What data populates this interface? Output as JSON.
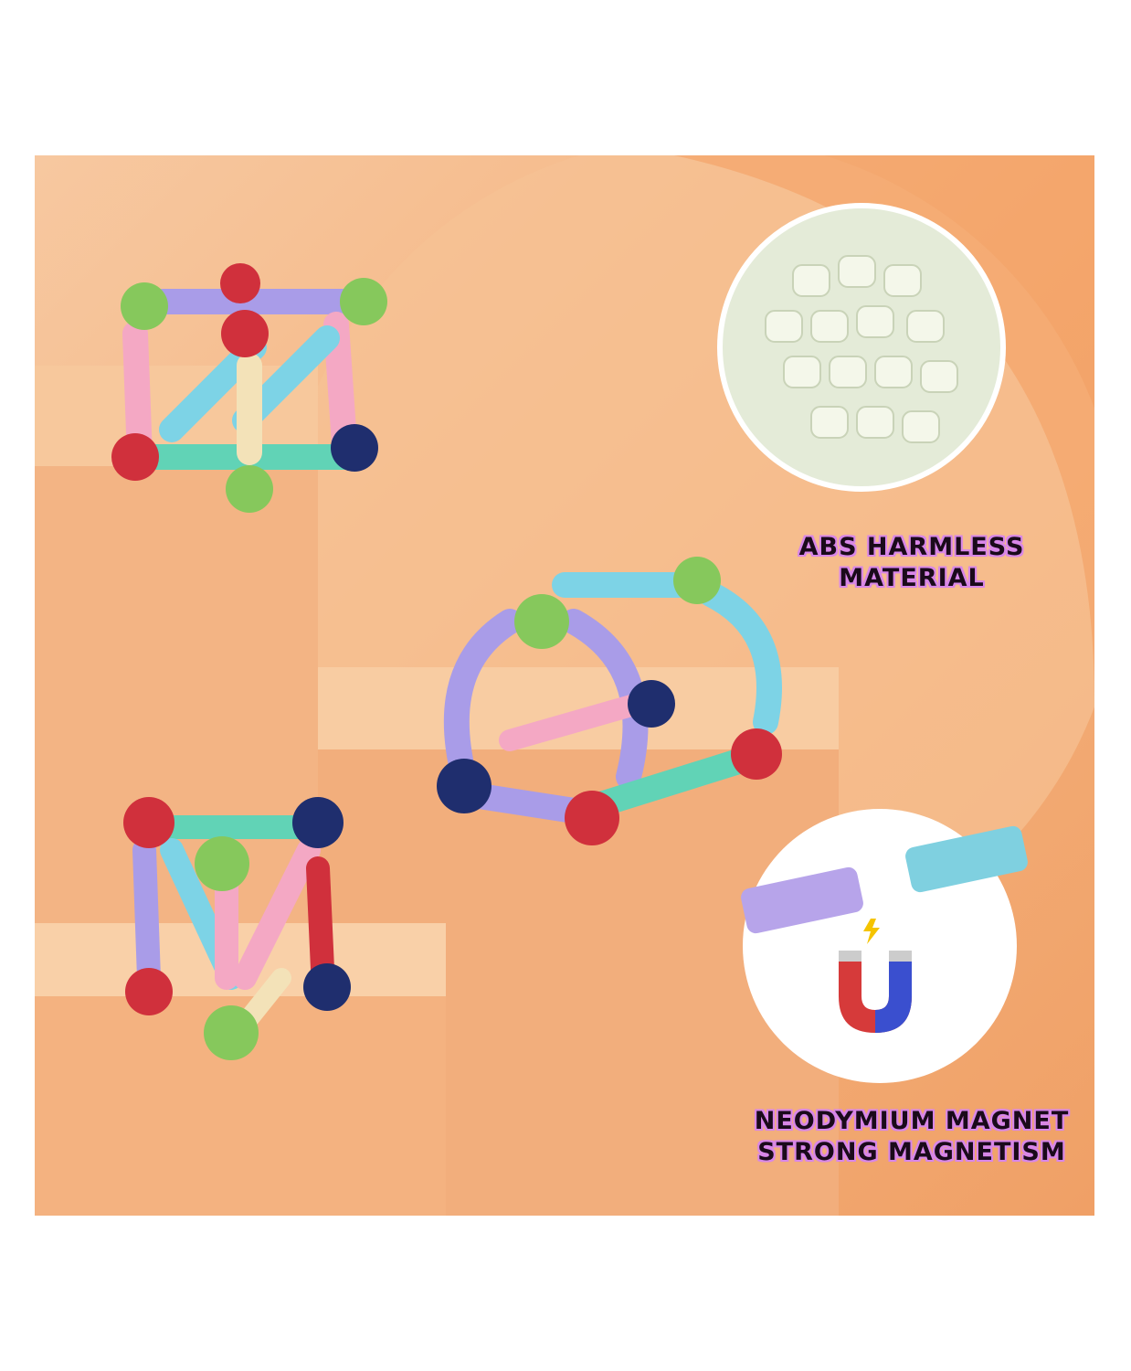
{
  "captions": {
    "material": {
      "line1": "ABS HARMLESS",
      "line2": "MATERIAL"
    },
    "magnet": {
      "line1": "NEODYMIUM MAGNET",
      "line2": "STRONG MAGNETISM"
    }
  },
  "colors": {
    "background": "#f4b37f",
    "caption_outline": "#d887e8",
    "caption_text": "#1a0a1a"
  }
}
